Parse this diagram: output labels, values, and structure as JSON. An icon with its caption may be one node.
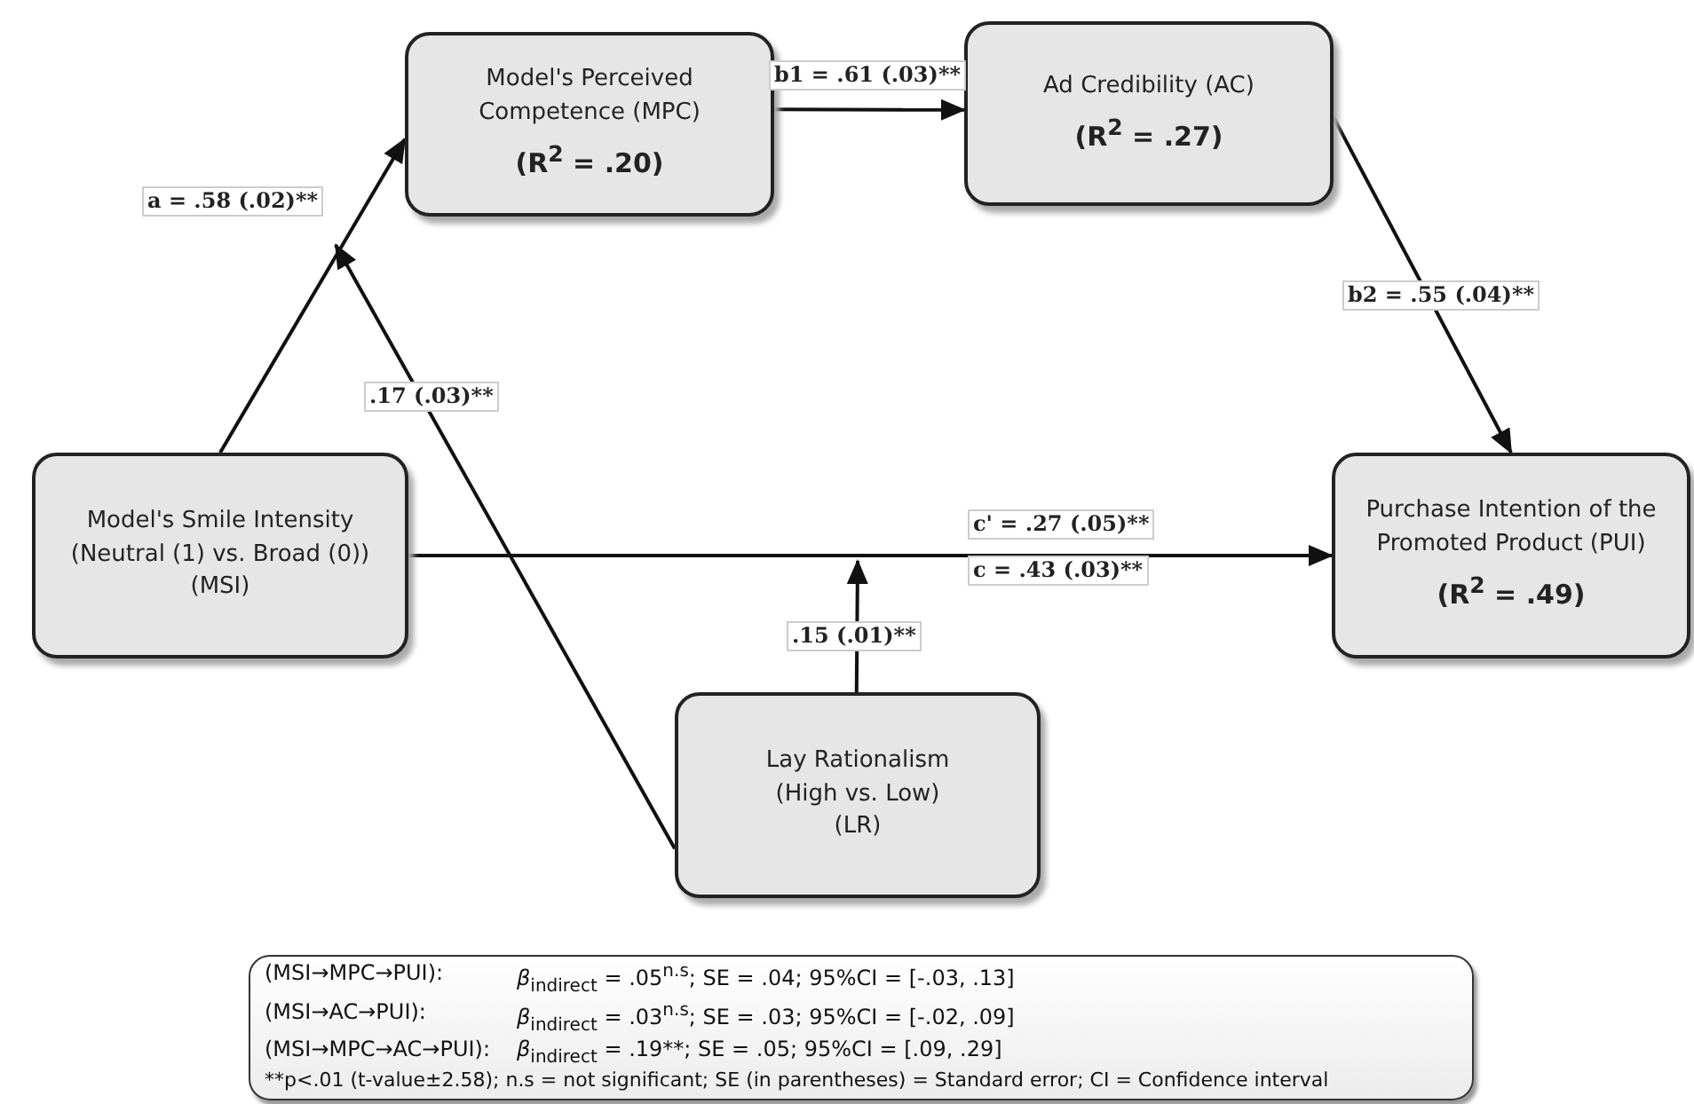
{
  "diagram": {
    "nodes": [
      {
        "text": [
          "Model's Perceived Competence (MPC)",
          "(R$^{2}$ = .20)"
        ]
      },
      {
        "text": [
          "Ad Credibility (AC)",
          "(R$^{2}$ = .27)"
        ]
      },
      {
        "text": [
          "Model's Smile Intensity (Neutral (1) vs. Broad (0)) (MSI)"
        ]
      },
      {
        "text": [
          "Purchase Intention of the Promoted Product (PUI)",
          "(R$^{2}$ = .49)"
        ]
      },
      {
        "text": [
          "Lay Rationalism (High vs. Low) (LR)"
        ]
      },
      {
        "text": [
          "(MSI→MPC→PUI):",
          "*β*$_{indirect}$ = .05$^{n.s}$; SE = .04; 95%CI = [-.03, .13]",
          "(MSI→AC→PUI):",
          "*β*$_{indirect}$ = .03$^{n.s}$; SE = .03; 95%CI = [-.02, .09]",
          "(MSI→MPC→AC→PUI):",
          "*β*$_{indirect}$ = .19**; SE = .05; 95%CI = [.09, .29]",
          "**p<.01 (t-value±2.58); n.s = not significant; SE (in parentheses) = Standard error; CI = Confidence interval"
        ]
      }
    ],
    "edges": [
      {
        "from": 2,
        "to": 0,
        "arrow": "to",
        "label": "a = .58 (.02)**"
      },
      {
        "from": 0,
        "to": 1,
        "arrow": "to",
        "label": "b1 = .61 (.03)**"
      },
      {
        "from": 1,
        "to": 3,
        "arrow": "to",
        "label": "b2 = .55 (.04)**"
      },
      {
        "from": 2,
        "to": 3,
        "arrow": "to",
        "label": "c' = .27 (.05)**"
      },
      {
        "from": 4,
        "to": null,
        "arrow": "to",
        "label": ".17 (.03)**"
      },
      {
        "from": 4,
        "to": null,
        "arrow": "to",
        "label": ".15 (.01)**"
      }
    ],
    "labels": [
      "c = .43 (.03)**"
    ]
  }
}
